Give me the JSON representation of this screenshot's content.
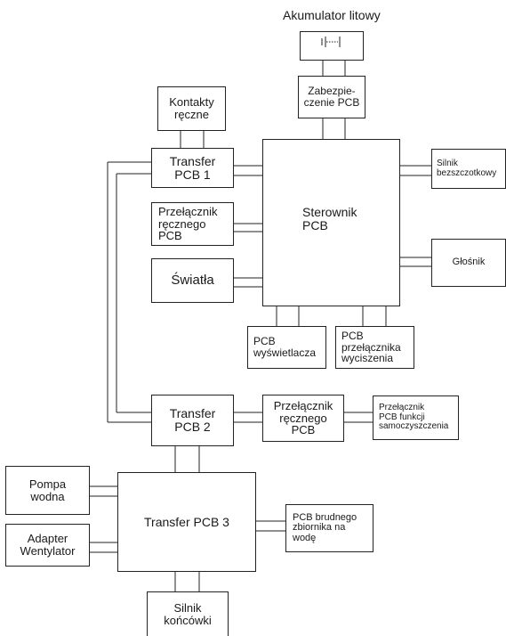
{
  "diagram": {
    "battery_title": "Akumulator litowy",
    "nodes": {
      "battery": "",
      "fuse": "Zabezpie-\nczenie PCB",
      "manual_contacts": "Kontakty\nręczne",
      "transfer1": "Transfer\nPCB 1",
      "controller": "Sterownik\nPCB",
      "brushless_motor": "Silnik\nbezszczotkowy",
      "manual_switch1": "Przełącznik\nręcznego\nPCB",
      "speaker": "Głośnik",
      "lights": "Światła",
      "display_pcb": "PCB\nwyświetlacza",
      "mute_switch_pcb": "PCB\nprzełącznika\nwyciszenia",
      "transfer2": "Transfer\nPCB 2",
      "manual_switch2": "Przełącznik\nręcznego\nPCB",
      "selfclean_switch": "Przełącznik\nPCB funkcji\nsamoczyszczenia",
      "water_pump": "Pompa\nwodna",
      "transfer3": "Transfer PCB 3",
      "dirty_tank_pcb": "PCB brudnego\nzbiornika na\nwodę",
      "adapter_fan": "Adapter\nWentylator",
      "head_motor": "Silnik\nkońcówki"
    }
  }
}
